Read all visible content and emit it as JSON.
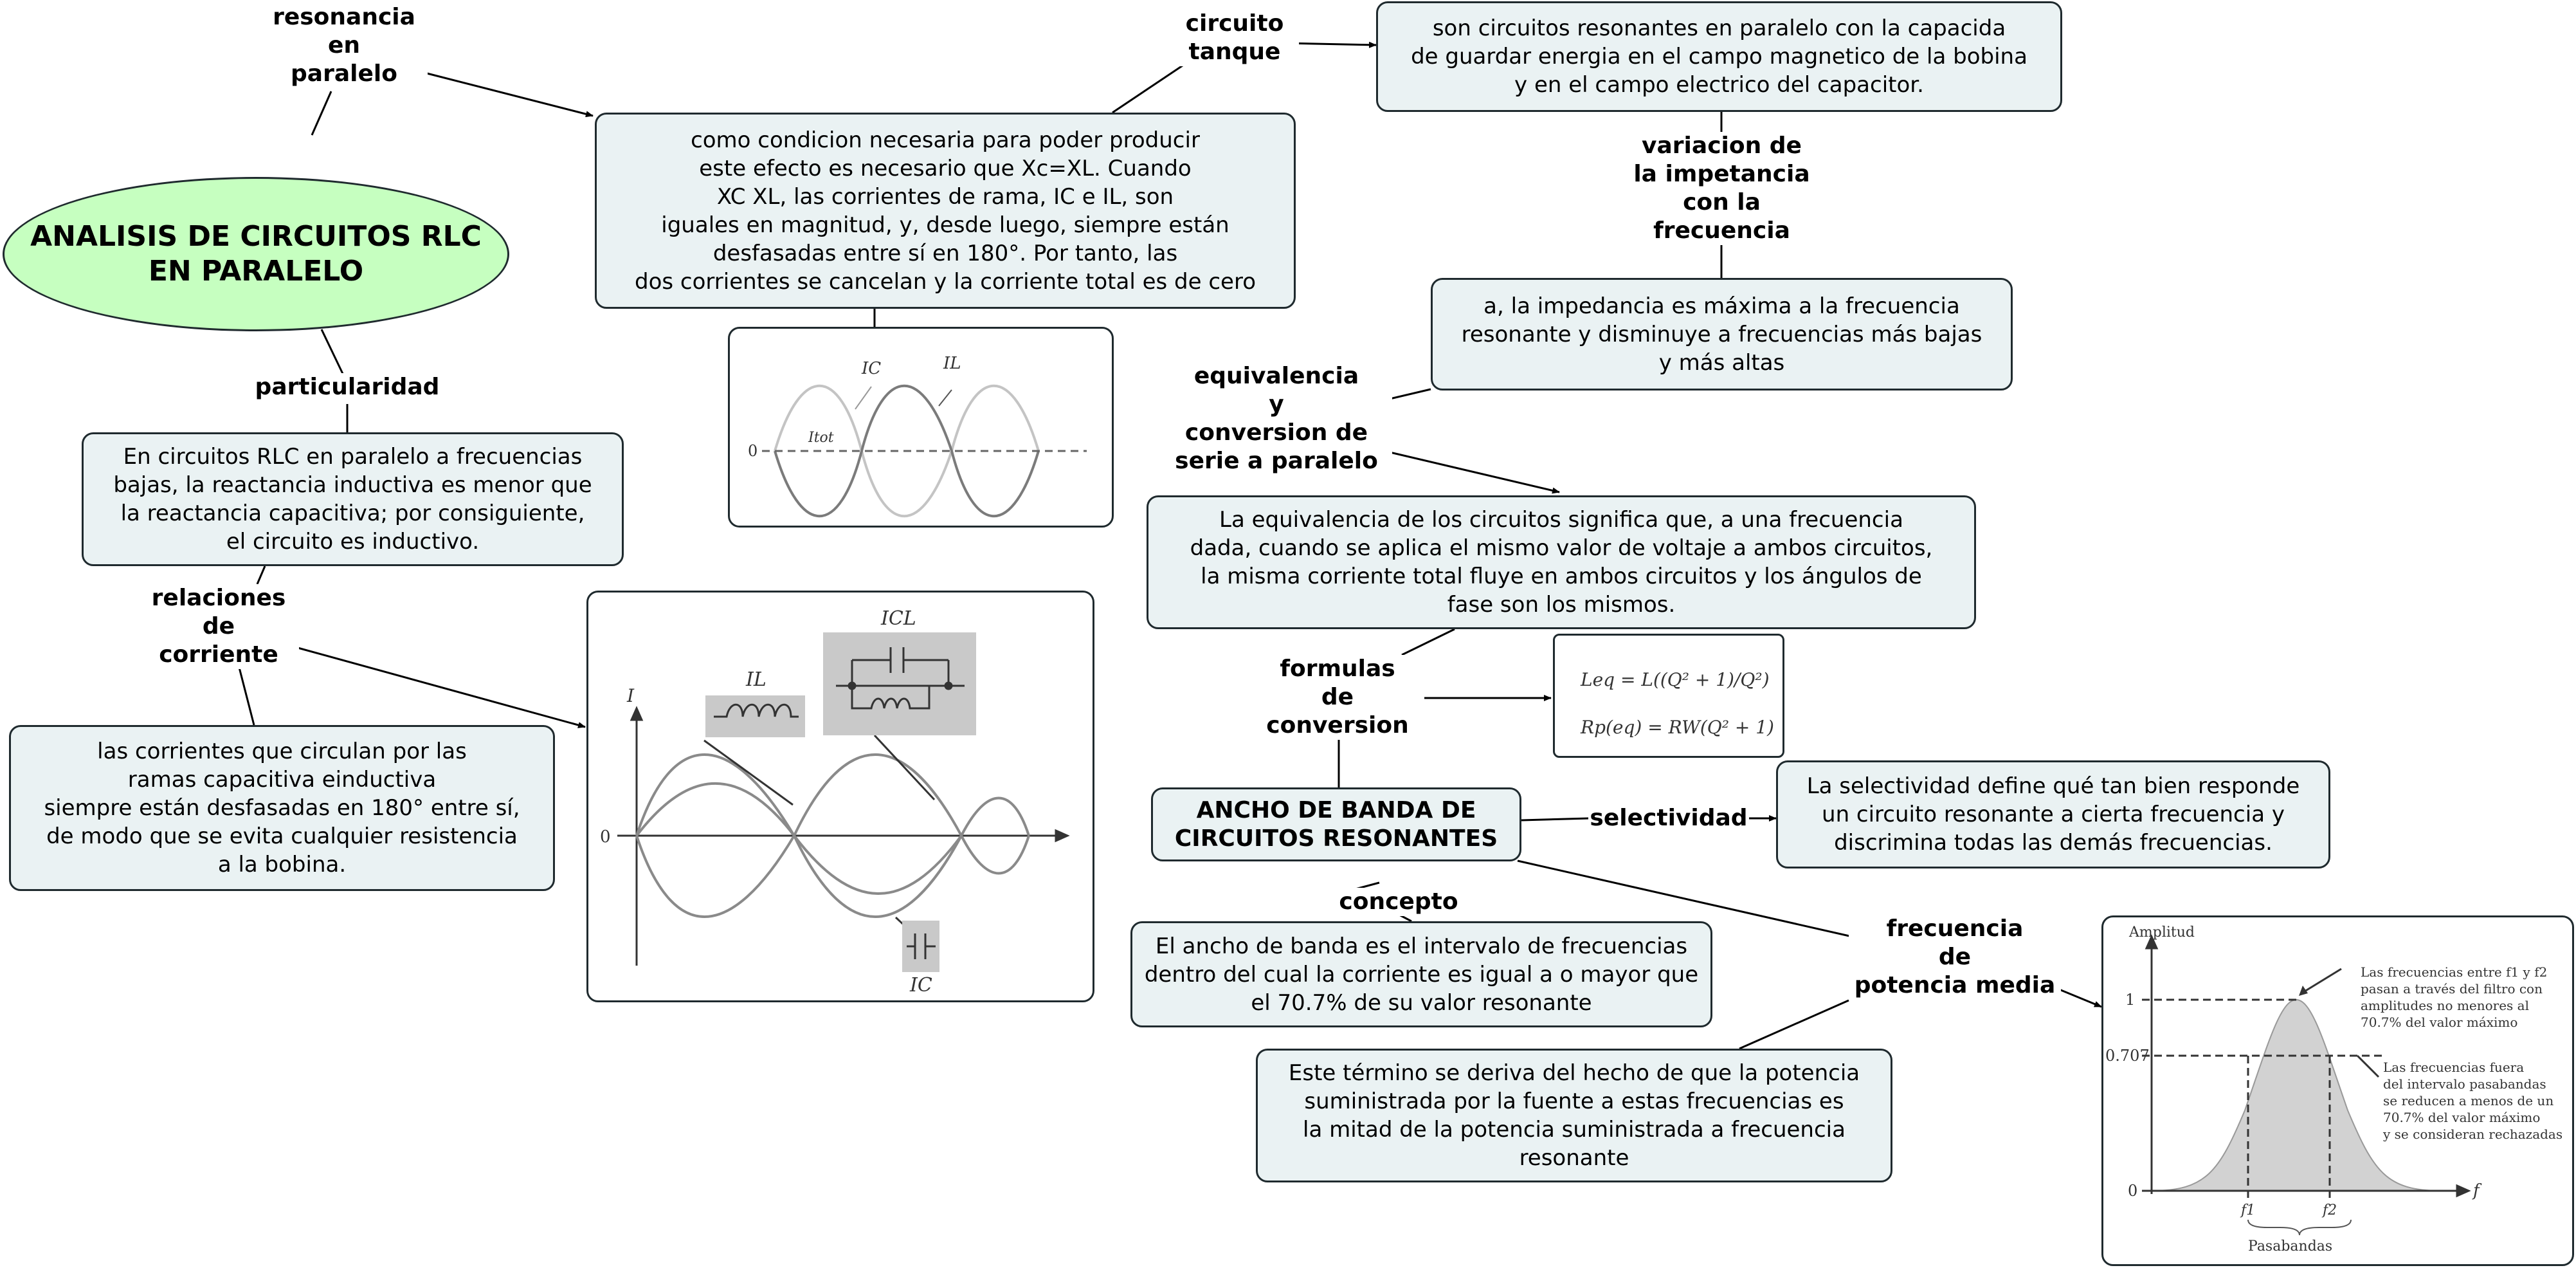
{
  "main": {
    "title": "ANALISIS DE CIRCUITOS RLC EN PARALELO"
  },
  "labels": {
    "resonancia": "resonancia\nen\nparalelo",
    "particularidad": "particularidad",
    "relaciones": "relaciones\nde\ncorriente",
    "circuito_tanque": "circuito\ntanque",
    "variacion": "variacion de\nla impetancia\ncon la\nfrecuencia",
    "equivalencia": "equivalencia\ny\nconversion de\nserie a paralelo",
    "formulas": "formulas\nde\nconversion",
    "selectividad": "selectividad",
    "concepto": "concepto",
    "frecuencia_media": "frecuencia\nde\npotencia media"
  },
  "nodes": {
    "condicion": "como condicion necesaria para poder producir\neste efecto es necesario que Xc=XL. Cuando\nXC  XL, las corrientes de rama, IC e IL, son\niguales en magnitud, y, desde luego, siempre están\ndesfasadas entre sí en 180°. Por tanto, las\ndos corrientes se cancelan y la corriente total es de cero",
    "bajas_frecuencias": "En circuitos RLC en paralelo a frecuencias\nbajas, la reactancia inductiva es menor que\nla reactancia capacitiva; por consiguiente,\nel circuito es inductivo.",
    "corrientes": "las corrientes que circulan por las\nramas capacitiva einductiva\nsiempre están desfasadas en 180° entre sí,\nde modo que se evita cualquier resistencia\na la bobina.",
    "tanque": "son circuitos resonantes en paralelo con la capacida\nde guardar energia en el campo magnetico de la bobina\ny en el campo electrico del capacitor.",
    "impedancia": "a, la impedancia es máxima a la frecuencia\nresonante y disminuye a frecuencias más bajas\ny más altas",
    "equivalencia_desc": "La equivalencia de los circuitos significa que, a una frecuencia\ndada, cuando se aplica el mismo valor de voltaje a ambos circuitos,\nla misma corriente total fluye en ambos circuitos y los ángulos de\nfase son los mismos.",
    "ancho_banda": "ANCHO DE BANDA DE\nCIRCUITOS RESONANTES",
    "selectividad_desc": "La selectividad define qué tan bien responde\nun circuito resonante a cierta frecuencia y\ndiscrimina todas las demás frecuencias.",
    "concepto_desc": "El ancho de banda es el intervalo de frecuencias\ndentro del cual la corriente es igual a o mayor que\nel 70.7% de su valor resonante",
    "potencia_desc": "Este término se deriva del hecho de que la potencia\nsuministrada por la fuente a estas frecuencias es\nla mitad de la potencia suministrada a frecuencia\nresonante"
  },
  "figure_waves": {
    "ic": "IC",
    "il": "IL",
    "itot": "Itot",
    "zero": "0"
  },
  "figure_circuit": {
    "i_axis": "I",
    "zero": "0",
    "il": "IL",
    "icl": "ICL",
    "ic": "IC"
  },
  "figure_formulas": {
    "leq": "Leq = L((Q² + 1)/Q²)",
    "rpeq": "Rp(eq) = RW(Q² + 1)"
  },
  "figure_band": {
    "amplitud": "Amplitud",
    "y_one": "1",
    "y_707": "0.707",
    "y_zero": "0",
    "x_f": "f",
    "f1": "f1",
    "f2": "f2",
    "pasabandas": "Pasabandas",
    "note_top": [
      "Las frecuencias entre f1 y f2",
      "pasan a través del filtro con",
      "amplitudes no menores al",
      "70.7% del valor máximo"
    ],
    "note_bottom": [
      "Las frecuencias fuera",
      "del intervalo pasabandas",
      "se reducen a menos de un",
      "70.7% del valor máximo",
      "y se consideran rechazadas"
    ]
  }
}
